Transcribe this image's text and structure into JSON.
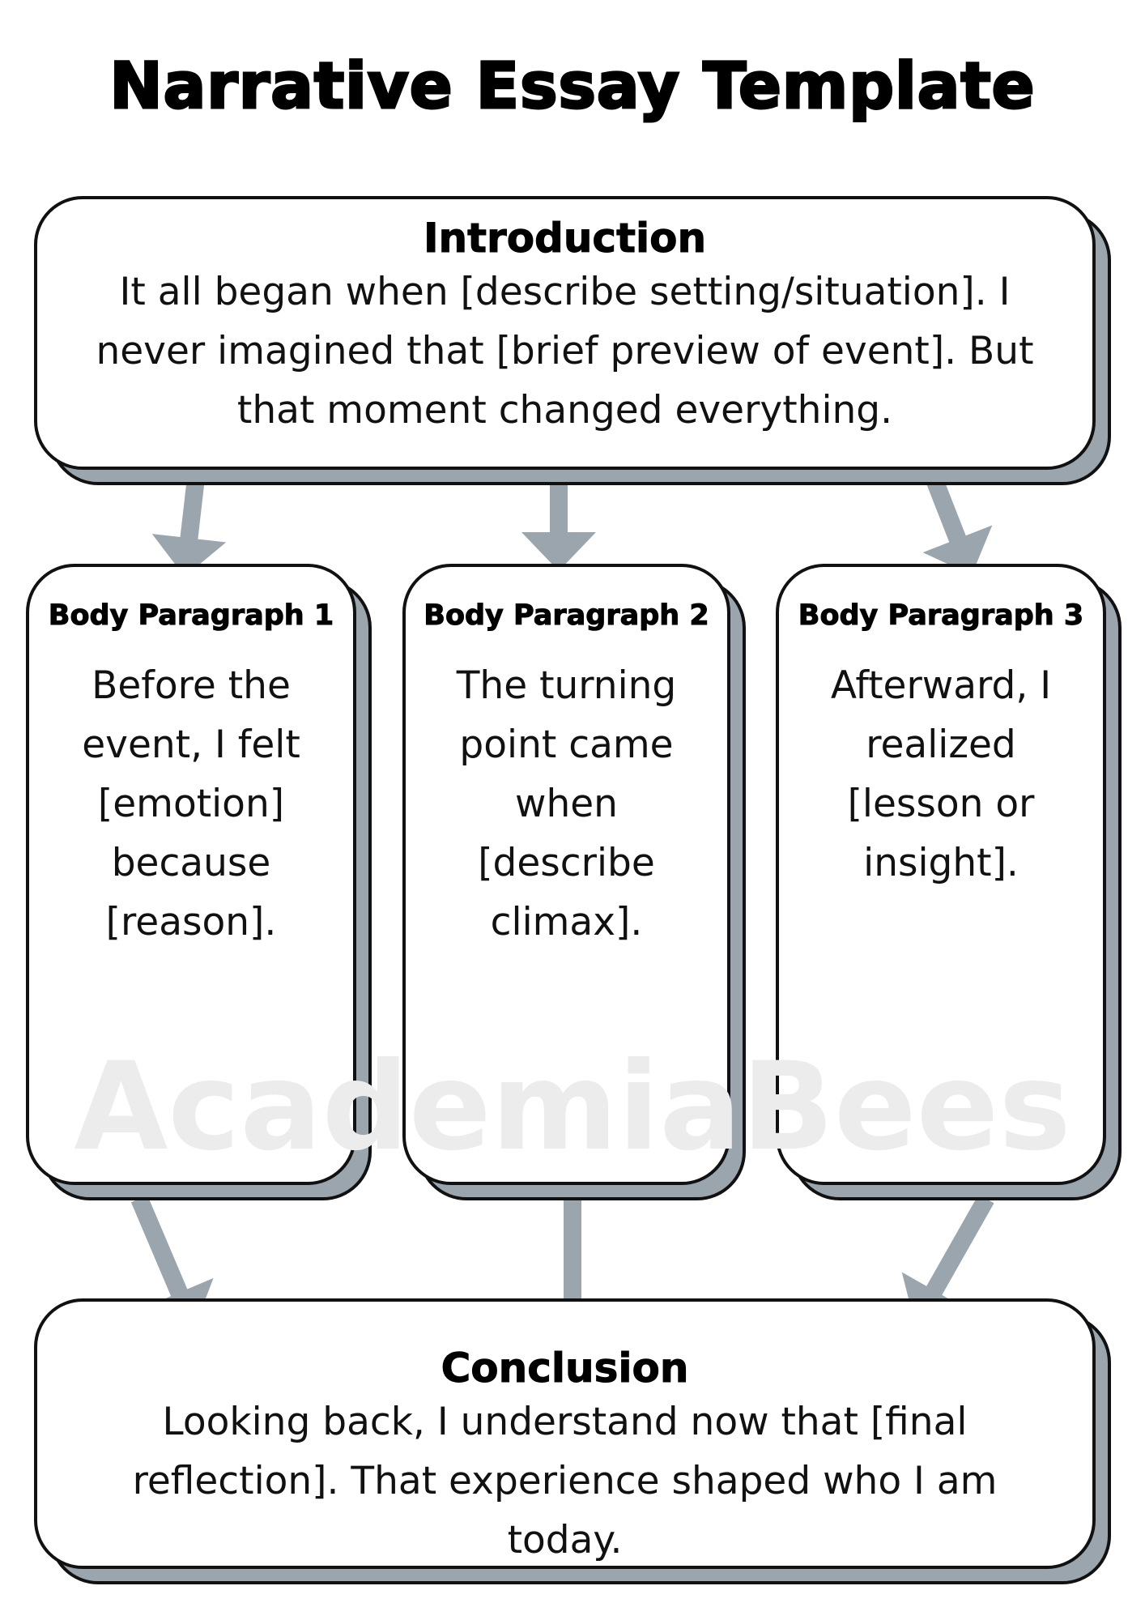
{
  "title": "Narrative Essay Template",
  "watermark": "AcademiaBees",
  "colors": {
    "arrow": "#9aa5ae",
    "shadow": "#9aa5ae",
    "border": "#111111"
  },
  "introduction": {
    "heading": "Introduction",
    "text": "It all began when [describe setting/situation]. I never imagined that [brief preview of event]. But that moment changed everything."
  },
  "body": [
    {
      "heading": "Body Paragraph 1",
      "text": "Before the event, I felt [emotion] because [reason]."
    },
    {
      "heading": "Body Paragraph 2",
      "text": "The turning point came when [describe climax]."
    },
    {
      "heading": "Body Paragraph 3",
      "text": "Afterward, I realized [lesson or insight]."
    }
  ],
  "conclusion": {
    "heading": "Conclusion",
    "text": "Looking back, I understand now that [final reflection]. That experience shaped who I am today."
  }
}
